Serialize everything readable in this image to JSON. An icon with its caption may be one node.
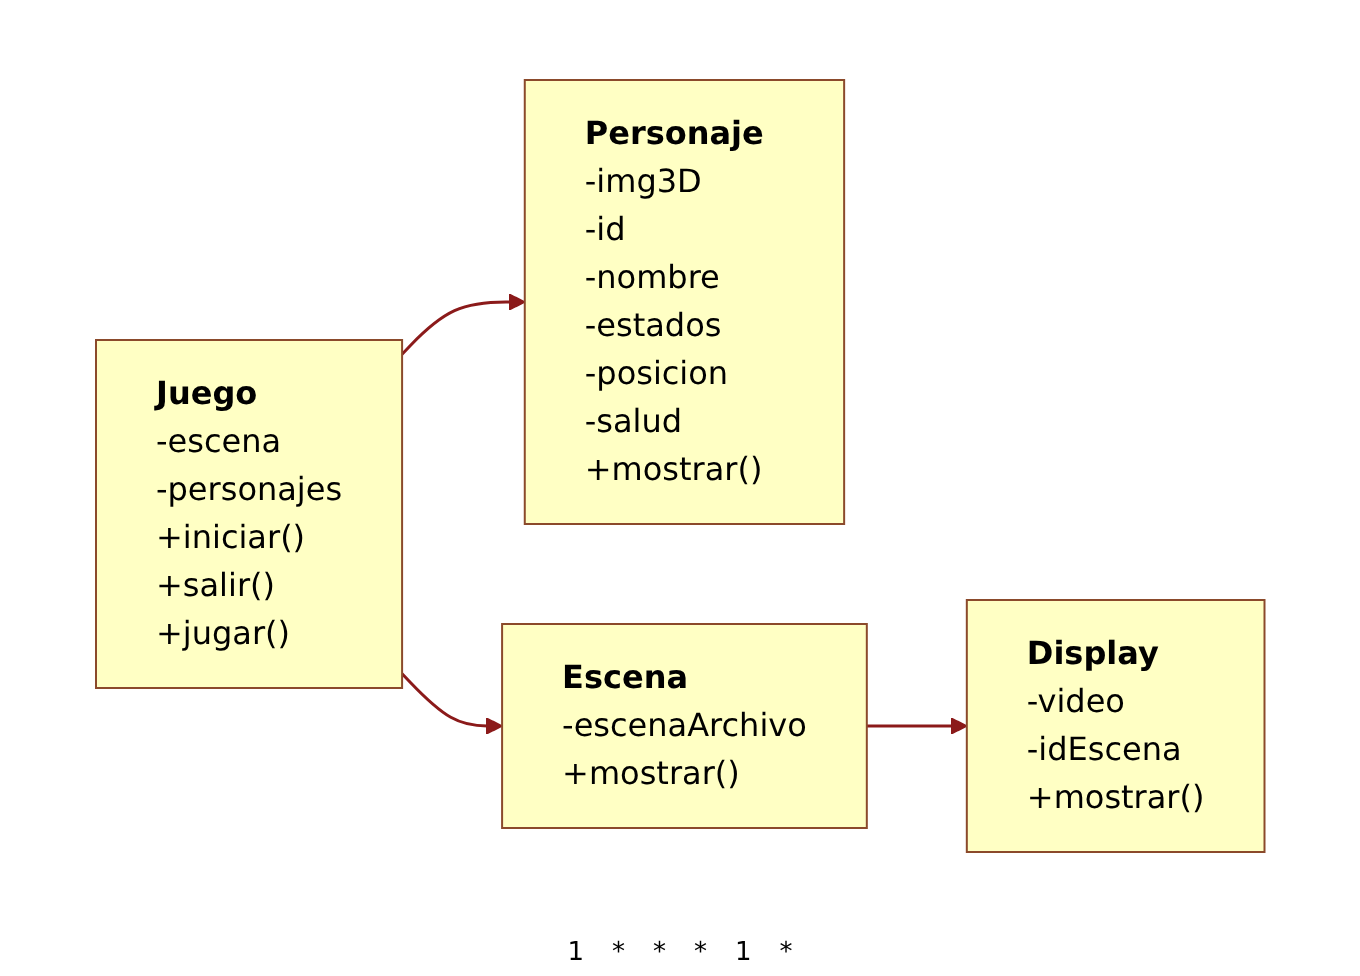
{
  "diagram": {
    "nodes": [
      {
        "text": [
          "Juego",
          "-escena",
          "-personajes",
          "+iniciar()",
          "+salir()",
          "+jugar()"
        ]
      },
      {
        "text": [
          "Personaje",
          "-img3D",
          "-id",
          "-nombre",
          "-estados",
          "-posicion",
          "-salud",
          "+mostrar()"
        ]
      },
      {
        "text": [
          "Escena",
          "-escenaArchivo",
          "+mostrar()"
        ]
      },
      {
        "text": [
          "Display",
          "-video",
          "-idEscena",
          "+mostrar()"
        ]
      }
    ],
    "edges": [
      {
        "from": 0,
        "to": 1,
        "arrow": "to"
      },
      {
        "from": 0,
        "to": 2,
        "arrow": "to"
      },
      {
        "from": 2,
        "to": 3,
        "arrow": "to"
      }
    ],
    "labels": [
      "1",
      "*",
      "*",
      "*",
      "1",
      "*"
    ]
  }
}
